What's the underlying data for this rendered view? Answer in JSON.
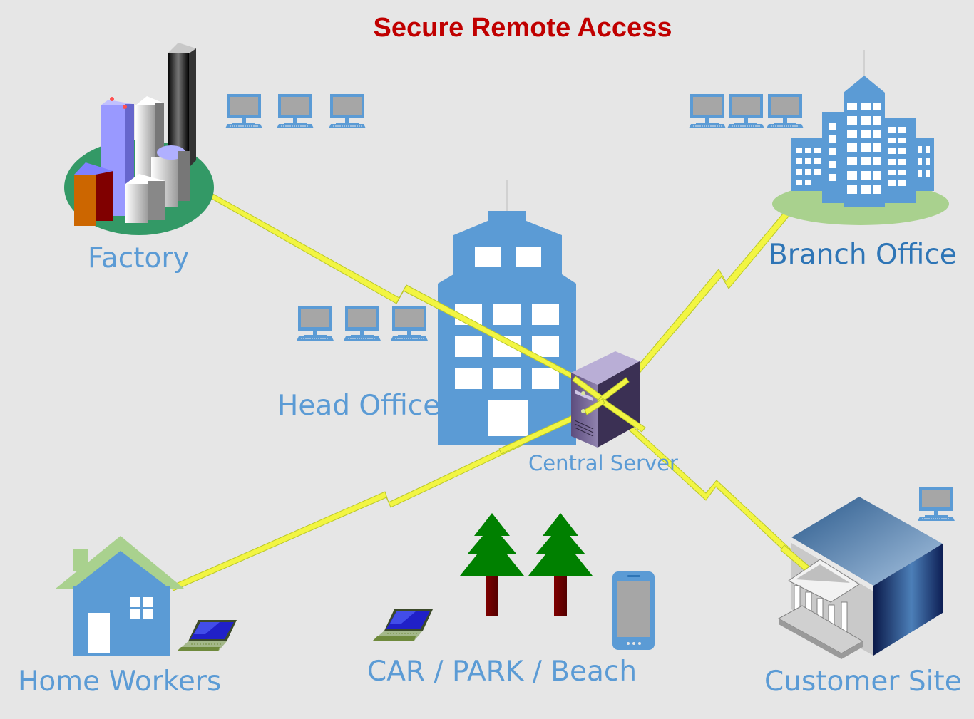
{
  "title": "Secure Remote Access",
  "sites": {
    "factory": "Factory",
    "branch_office": "Branch Office",
    "head_office": "Head Office",
    "central_server": "Central Server",
    "home_workers": "Home Workers",
    "mobile": "CAR / PARK / Beach",
    "customer_site": "Customer Site"
  },
  "colors": {
    "title": "#c00000",
    "label": "#5b9bd5",
    "label_dark": "#2e75b6",
    "building": "#5b9bd5",
    "link": "#f2f542",
    "background": "#e6e6e6"
  },
  "icons": [
    "factory-icon",
    "office-building-icon",
    "server-icon",
    "house-icon",
    "laptop-icon",
    "tree-icon",
    "smartphone-icon",
    "bank-building-icon",
    "desktop-computer-icon"
  ]
}
